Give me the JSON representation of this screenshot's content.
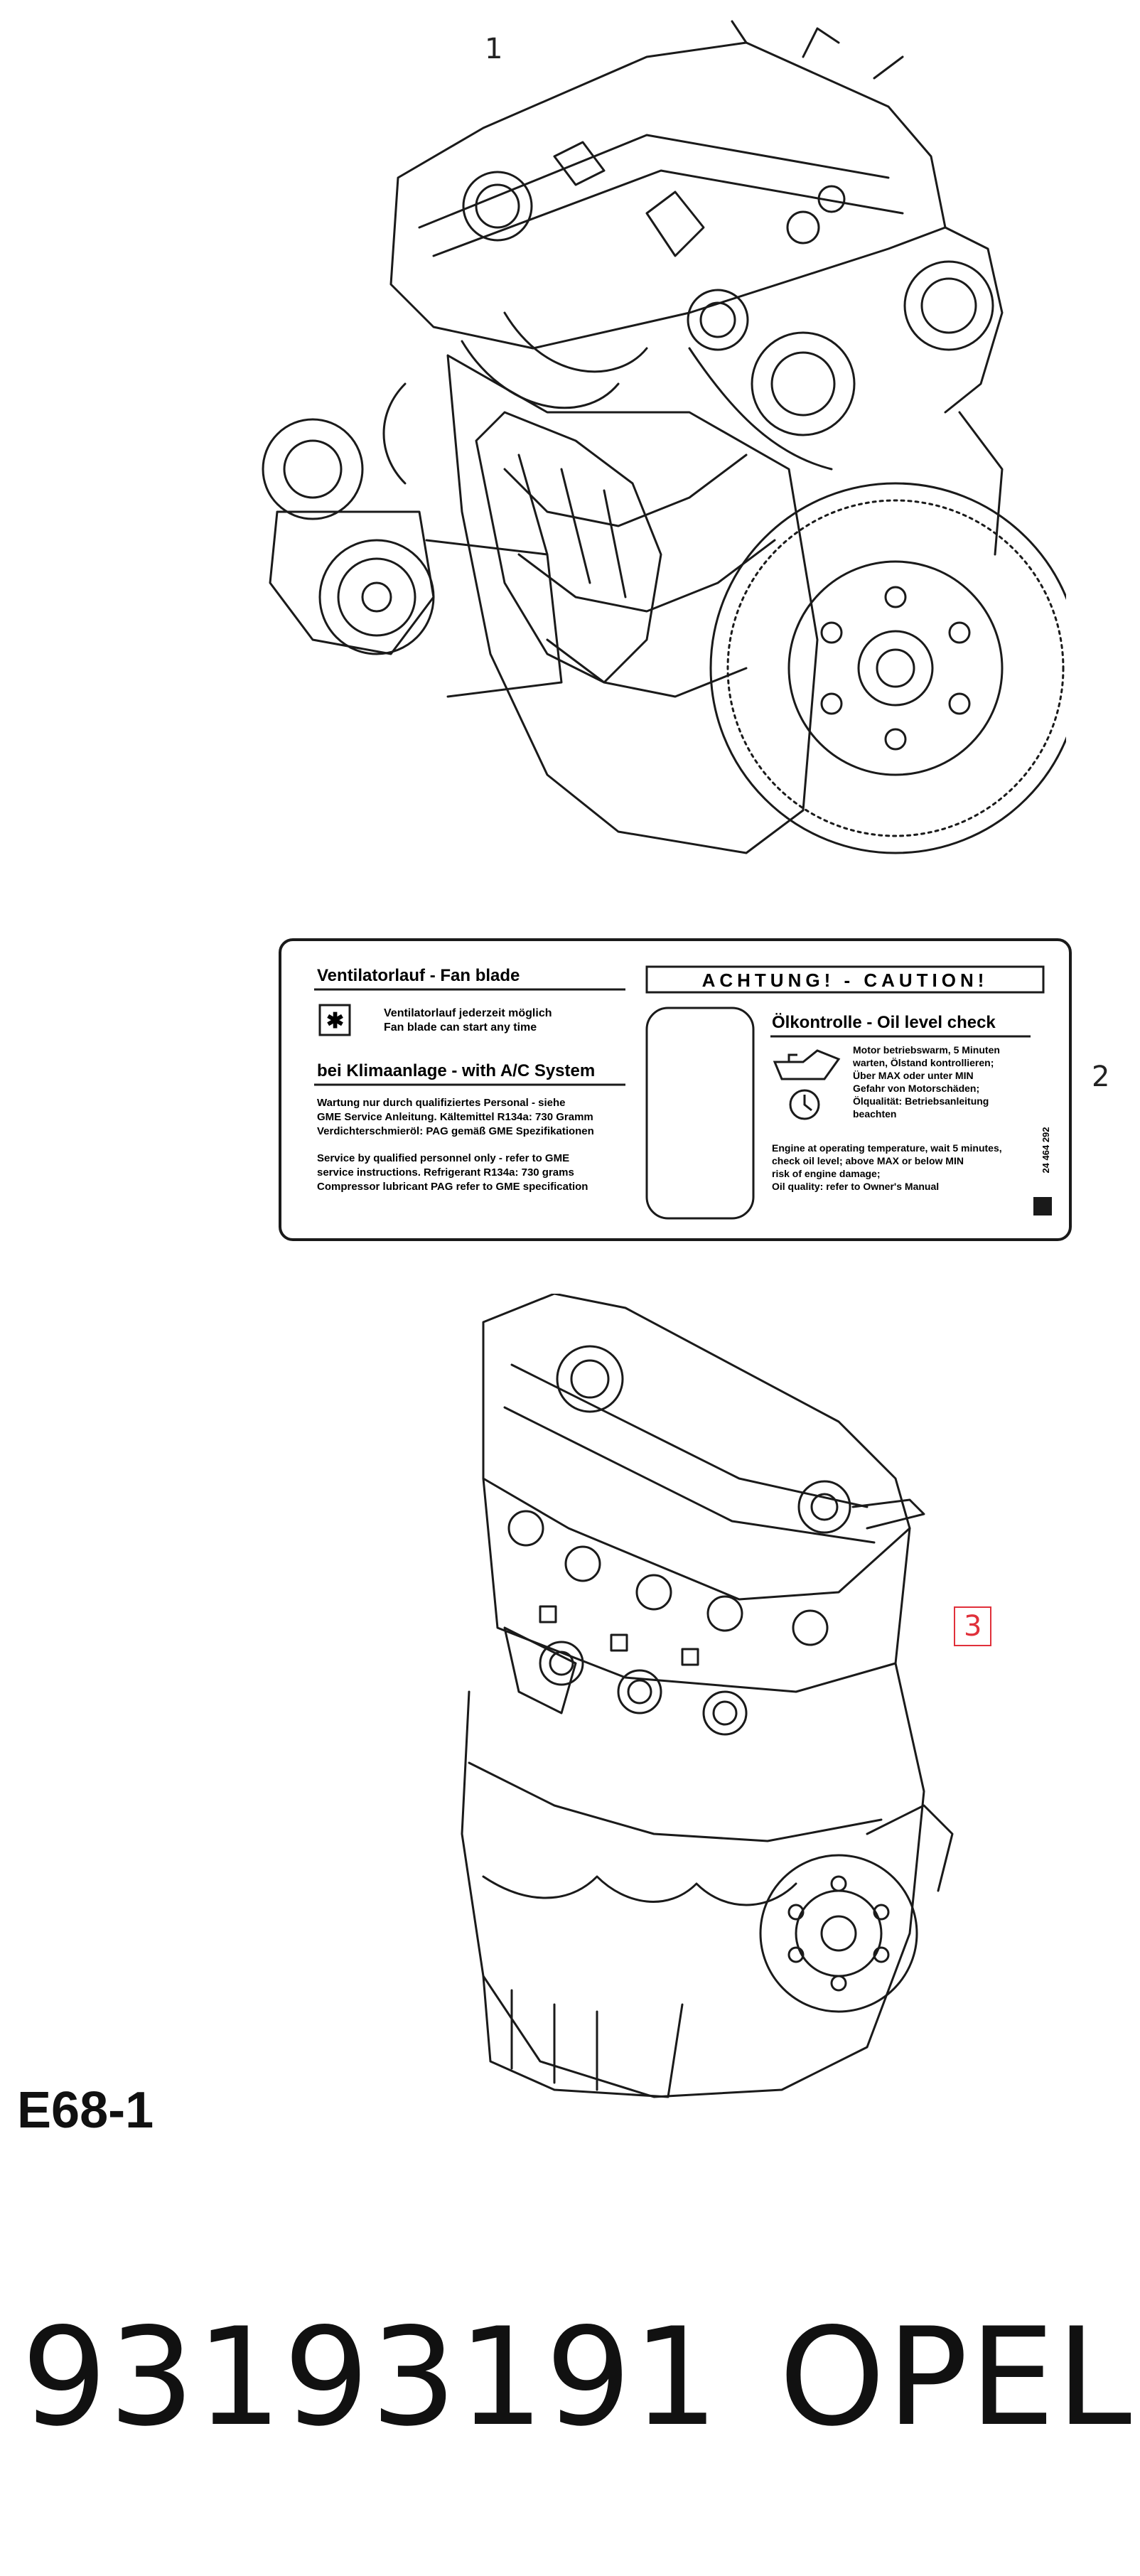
{
  "callouts": {
    "one": "1",
    "two": "2",
    "three": "3"
  },
  "label_sticker": {
    "left_header": "Ventilatorlauf - Fan blade",
    "fan_text_de": "Ventilatorlauf jederzeit möglich",
    "fan_text_en": "Fan blade can start any time",
    "ac_header": "bei Klimaanlage - with A/C System",
    "ac_de_1": "Wartung nur durch qualifiziertes Personal - siehe",
    "ac_de_2": "GME Service Anleitung. Kältemittel R134a: 730 Gramm",
    "ac_de_3": "Verdichterschmieröl: PAG gemäß GME Spezifikationen",
    "ac_en_1": "Service by qualified personnel only - refer to GME",
    "ac_en_2": "service instructions. Refrigerant R134a: 730 grams",
    "ac_en_3": "Compressor lubricant PAG refer to GME specification",
    "caution_header": "ACHTUNG! - CAUTION!",
    "oil_header": "Ölkontrolle - Oil level check",
    "oil_de_1": "Motor betriebswarm, 5 Minuten",
    "oil_de_2": "warten, Ölstand kontrollieren;",
    "oil_de_3": "Über MAX oder unter MIN",
    "oil_de_4": "Gefahr von Motorschäden;",
    "oil_de_5": "Ölqualität: Betriebsanleitung",
    "oil_de_6": "beachten",
    "oil_en_1": "Engine at operating temperature, wait 5 minutes,",
    "oil_en_2": "check oil level; above MAX or below MIN",
    "oil_en_3": "risk of engine damage;",
    "oil_en_4": "Oil quality: refer to Owner's Manual",
    "sticker_code": "24 464 292"
  },
  "section_code": "E68-1",
  "part_number": "93193191",
  "brand": "OPEL",
  "colors": {
    "callout_box": "#e0303a",
    "line_art": "#1a1a1a"
  }
}
